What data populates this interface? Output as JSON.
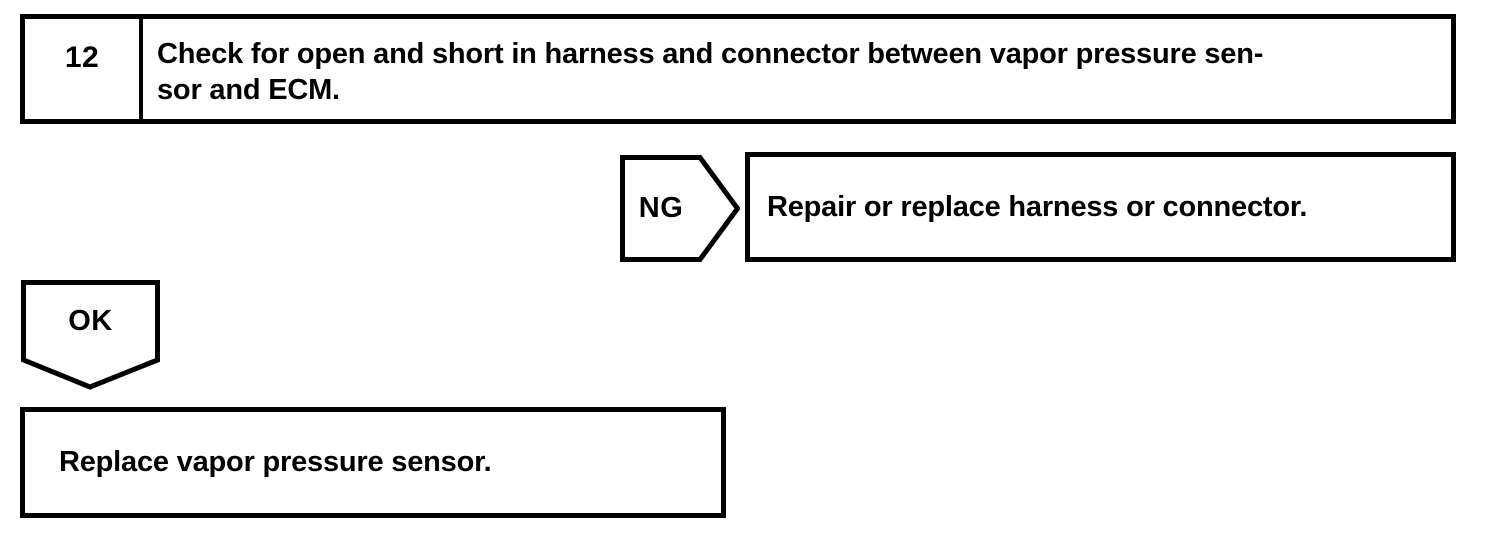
{
  "flowchart": {
    "step": {
      "number": "12",
      "instruction_line1": "Check for open and short in harness and connector between vapor pressure sen-",
      "instruction_line2": "sor and ECM."
    },
    "ng_branch": {
      "label": "NG",
      "action": "Repair or replace harness or connector."
    },
    "ok_branch": {
      "label": "OK",
      "action": "Replace vapor pressure sensor."
    },
    "colors": {
      "line": "#000000",
      "background": "#ffffff",
      "text": "#000000"
    }
  }
}
